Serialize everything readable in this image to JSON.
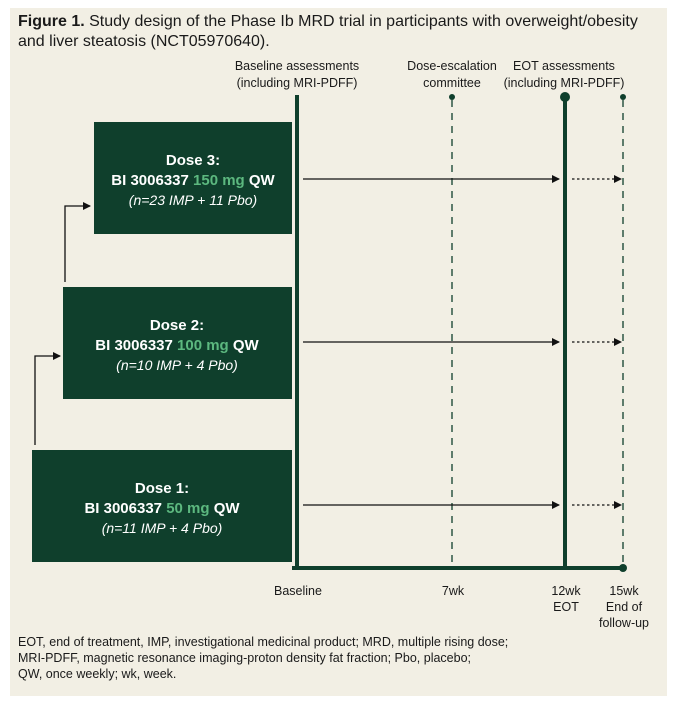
{
  "caption": {
    "label": "Figure 1.",
    "text": " Study design of the Phase Ib MRD trial in participants with overweight/obesity and liver steatosis (NCT05970640)."
  },
  "headers": {
    "baseline": [
      "Baseline assessments",
      "(including MRI-PDFF)"
    ],
    "committee": [
      "Dose-escalation",
      "committee"
    ],
    "eot": [
      "EOT assessments",
      "(including MRI-PDFF)"
    ]
  },
  "doses": [
    {
      "title": "Dose 3:",
      "drug": "BI 3006337 ",
      "dose": "150 mg",
      "freq": " QW",
      "n": "(n=23 IMP + 11 Pbo)"
    },
    {
      "title": "Dose 2:",
      "drug": "BI 3006337 ",
      "dose": "100 mg",
      "freq": " QW",
      "n": "(n=10 IMP + 4 Pbo)"
    },
    {
      "title": "Dose 1:",
      "drug": "BI 3006337 ",
      "dose": "50 mg",
      "freq": " QW",
      "n": "(n=11 IMP + 4 Pbo)"
    }
  ],
  "timeline": {
    "baseline": "Baseline",
    "wk7": "7wk",
    "wk12": [
      "12wk",
      "EOT"
    ],
    "wk15": [
      "15wk",
      "End of",
      "follow-up"
    ]
  },
  "footnote": [
    "EOT, end of treatment, IMP, investigational medicinal product; MRD, multiple rising dose;",
    "MRI-PDFF, magnetic resonance imaging-proton density fat fraction; Pbo, placebo;",
    "QW, once weekly; wk, week."
  ],
  "colors": {
    "box": "#0f3f2c",
    "dose_accent": "#5cb87f",
    "line": "#0f3f2c",
    "panel": "#f2efe4"
  }
}
